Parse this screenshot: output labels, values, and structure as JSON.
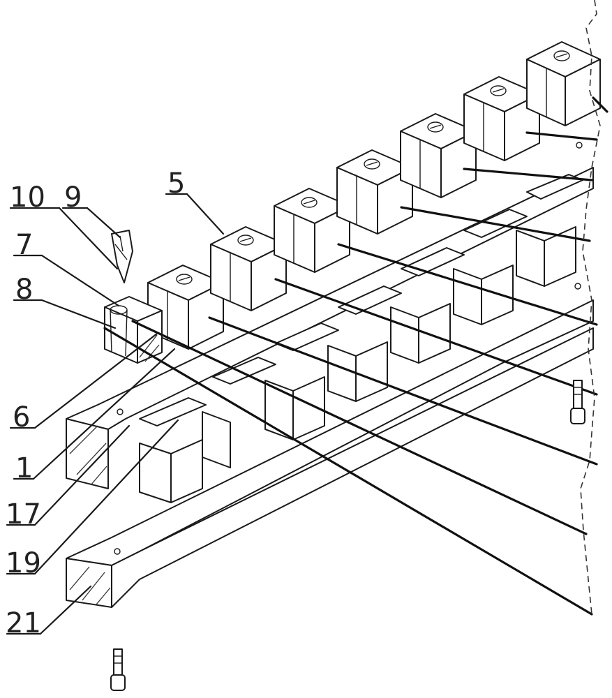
{
  "figure": {
    "callouts": [
      {
        "id": "c10",
        "label": "10"
      },
      {
        "id": "c9",
        "label": "9"
      },
      {
        "id": "c7",
        "label": "7"
      },
      {
        "id": "c8",
        "label": "8"
      },
      {
        "id": "c5",
        "label": "5"
      },
      {
        "id": "c6",
        "label": "6"
      },
      {
        "id": "c1",
        "label": "1"
      },
      {
        "id": "c17",
        "label": "17"
      },
      {
        "id": "c19",
        "label": "19"
      },
      {
        "id": "c21",
        "label": "21"
      }
    ]
  }
}
